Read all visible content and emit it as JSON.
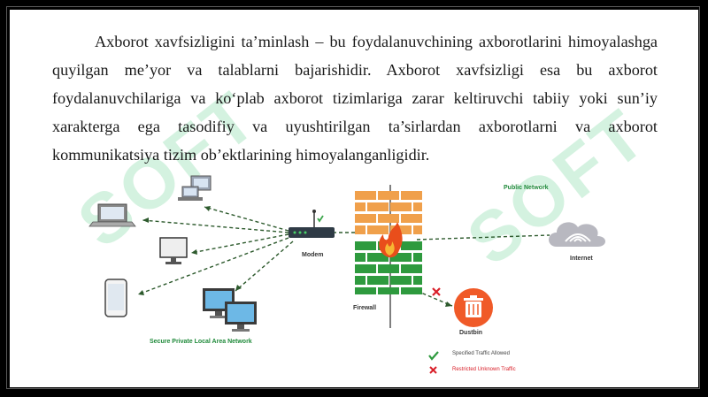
{
  "paragraph": "Axborot xavfsizligini ta’minlash – bu foydalanuvchining axborotlarini himoyalashga quyilgan me’yor va talablarni bajarishidir. Axborot xavfsizligi esa bu axborot foydalanuvchilariga va ko‘plab axborot tizimlariga zarar keltiruvchi tabiiy yoki sun’iy xarakterga ega tasodifiy va uyushtirilgan ta’sirlardan axborotlarni va axborot kommunikatsiya tizim ob’ektlarining himoyalanganligidir.",
  "diagram": {
    "public_network": "Public Network",
    "internet": "Internet",
    "modem": "Modem",
    "firewall": "Firewall",
    "dustbin": "Dustbin",
    "lan": "Secure Private Local Area Network",
    "legend_allowed": "Specified Traffic Allowed",
    "legend_denied": "Restricted Unknown Traffic"
  },
  "watermark": "SOFT",
  "colors": {
    "accent_green": "#2fbf6a",
    "brick": "#f0a04b",
    "brick_green": "#2e9a3e",
    "dustbin": "#f05a28",
    "cloud": "#b8b8c0"
  }
}
